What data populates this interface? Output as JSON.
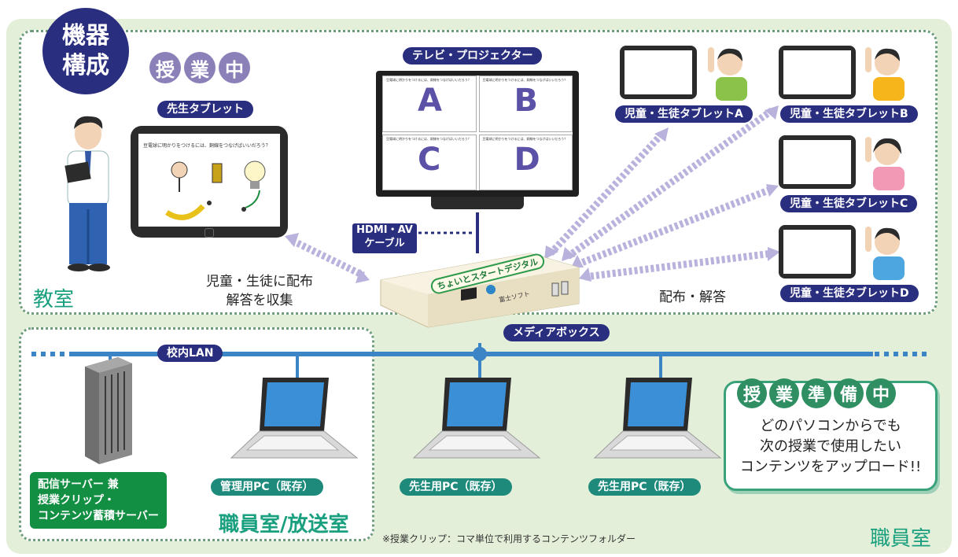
{
  "title": "機器\n構成",
  "class_badge": [
    "授",
    "業",
    "中"
  ],
  "teacher_tablet_label": "先生タブレット",
  "tv_label": "テレビ・プロジェクター",
  "tv_panels": [
    "A",
    "B",
    "C",
    "D"
  ],
  "tv_prompt": "豆電球に明かりをつけるには、銅線をつなげばいいだろう？",
  "tablet_prompt": "豆電球に明かりをつけるには、銅線をつなげばいいだろう？",
  "hdmi_label": "HDMI・AV\nケーブル",
  "media_box_label": "メディアボックス",
  "media_box_text": "ちょいとスタートデジタル",
  "media_box_brand": "富士ソフト",
  "collect_label": "児童・生徒に配布\n解答を収集",
  "distribute_label": "配布・解答",
  "classroom_name": "教室",
  "student_tablets": [
    "児童・生徒タブレットA",
    "児童・生徒タブレットB",
    "児童・生徒タブレットC",
    "児童・生徒タブレットD"
  ],
  "lan_label": "校内LAN",
  "server_label": "配信サーバー 兼\n授業クリップ・\nコンテンツ蓄積サーバー",
  "admin_pc_label": "管理用PC（既存）",
  "teacher_pc_label_1": "先生用PC（既存）",
  "teacher_pc_label_2": "先生用PC（既存）",
  "broadcast_room_name": "職員室/放送室",
  "staff_room_name": "職員室",
  "prep_badge": [
    "授",
    "業",
    "準",
    "備",
    "中"
  ],
  "prep_text": "どのパソコンからでも\n次の授業で使用したい\nコンテンツをアップロード!!",
  "footnote": "※授業クリップ：コマ単位で利用するコンテンツフォルダー",
  "colors": {
    "outer_bg": "#e4efd9",
    "navy": "#2a2e7e",
    "teal": "#1d8a7c",
    "green": "#138f44",
    "lan_blue": "#3b84c6",
    "arrow_lavender": "#b9b2dc"
  }
}
